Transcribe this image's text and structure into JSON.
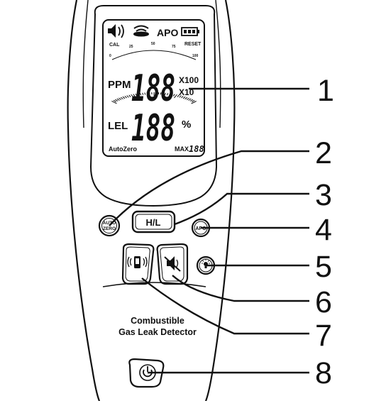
{
  "display": {
    "top_status": "APO",
    "left_small": "CAL",
    "right_small": "RESET",
    "scale_ticks": [
      "0",
      "25",
      "50",
      "75",
      "100"
    ],
    "ppm_label": "PPM",
    "ppm_digits": "188",
    "mult_x100": "X100",
    "mult_x10": "X10",
    "lel_label": "LEL",
    "lel_digits": "188",
    "percent": "%",
    "autozero": "AutoZero",
    "max_label": "MAX",
    "max_digits": "188"
  },
  "buttons": {
    "hl": "H/L",
    "autozero_top": "AUTO",
    "autozero_bottom": "ZERO",
    "apo": "APO"
  },
  "device_label": {
    "line1": "Combustible",
    "line2": "Gas Leak Detector"
  },
  "callouts": [
    "1",
    "2",
    "3",
    "4",
    "5",
    "6",
    "7",
    "8"
  ],
  "icons": [
    "speaker-icon",
    "wireless-signal-icon",
    "battery-icon",
    "light-bulb-icon",
    "vibrate-phone-icon",
    "mute-icon",
    "power-icon"
  ]
}
